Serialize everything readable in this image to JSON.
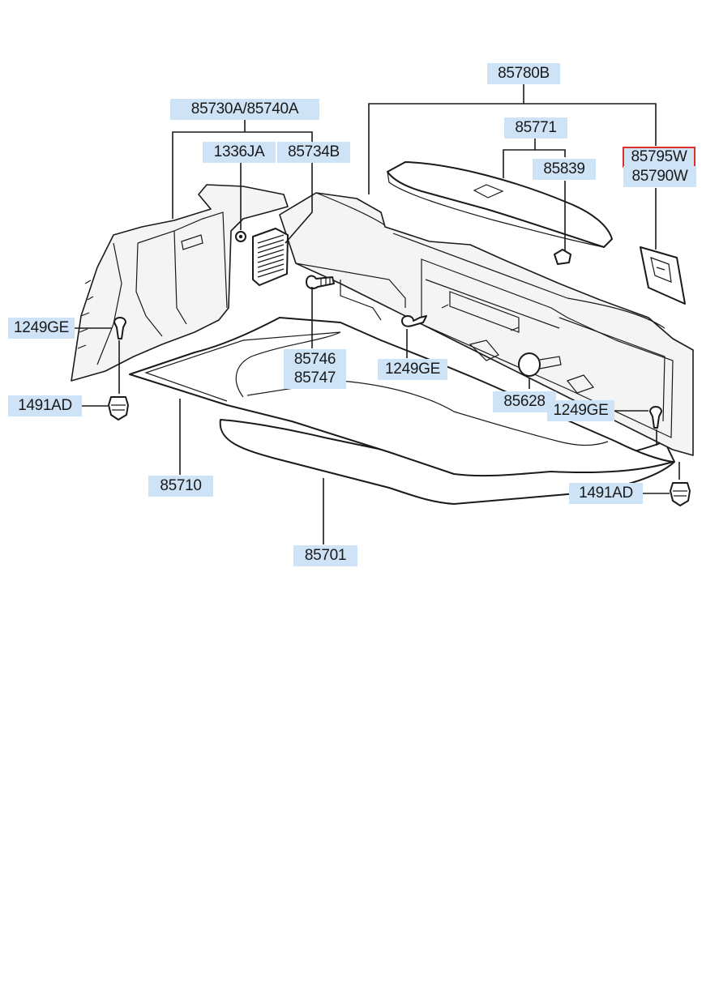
{
  "labels": {
    "p85780B": "85780B",
    "p85730A_85740A": "85730A/85740A",
    "p1336JA": "1336JA",
    "p85734B": "85734B",
    "p85771": "85771",
    "p85839": "85839",
    "p85795W": "85795W",
    "p85790W": "85790W",
    "p1249GE_left": "1249GE",
    "p1491AD_left": "1491AD",
    "p85746": "85746",
    "p85747": "85747",
    "p1249GE_center": "1249GE",
    "p85628": "85628",
    "p1249GE_right": "1249GE",
    "p85710": "85710",
    "p1491AD_right": "1491AD",
    "p85701": "85701"
  },
  "colors": {
    "label_background": "#cfe3f6",
    "highlight_border": "#d9302c",
    "line": "#1a1a1a"
  },
  "highlighted_part": "85795W"
}
